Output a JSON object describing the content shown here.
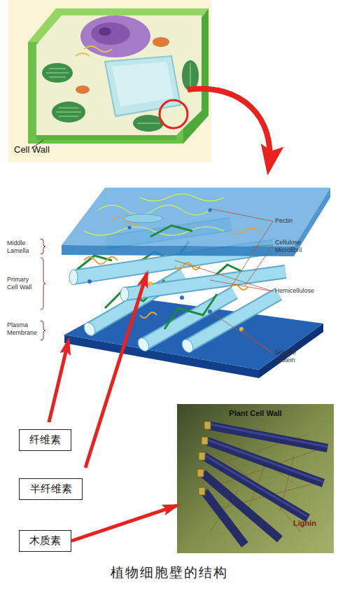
{
  "diagram": {
    "caption": "植物细胞壁的结构",
    "nodes": [
      {
        "text": [
          "Cell Wall"
        ]
      },
      {
        "text": [
          "纤维素"
        ]
      },
      {
        "text": [
          "半纤维素"
        ]
      },
      {
        "text": [
          "木质素"
        ]
      },
      {
        "text": [
          "Plant Cell Wall",
          "Lignin"
        ]
      }
    ],
    "edges": [
      {
        "from": 3,
        "to": 4,
        "arrow": "to"
      }
    ],
    "labels": [
      "Middle Lamella",
      "Primary Cell Wall",
      "Plasma Membrane",
      "Pectin",
      "Cellulose Microfibril",
      "Hemicellulose",
      "Soluble Protein"
    ]
  }
}
